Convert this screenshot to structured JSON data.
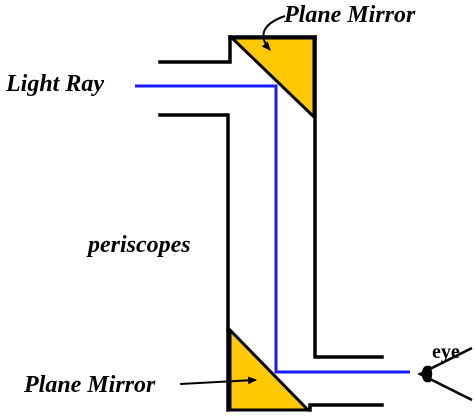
{
  "diagram": {
    "labels": {
      "top_mirror": "Plane Mirror",
      "light_ray": "Light Ray",
      "body": "periscopes",
      "bottom_mirror": "Plane Mirror",
      "eye": "eye"
    }
  },
  "colors": {
    "outline": "#000000",
    "mirror_fill": "#ffc800",
    "light_ray": "#1a1aff",
    "background": "#ffffff"
  },
  "icons": {
    "eye": "eye-icon",
    "arrow": "arrow-icon"
  }
}
